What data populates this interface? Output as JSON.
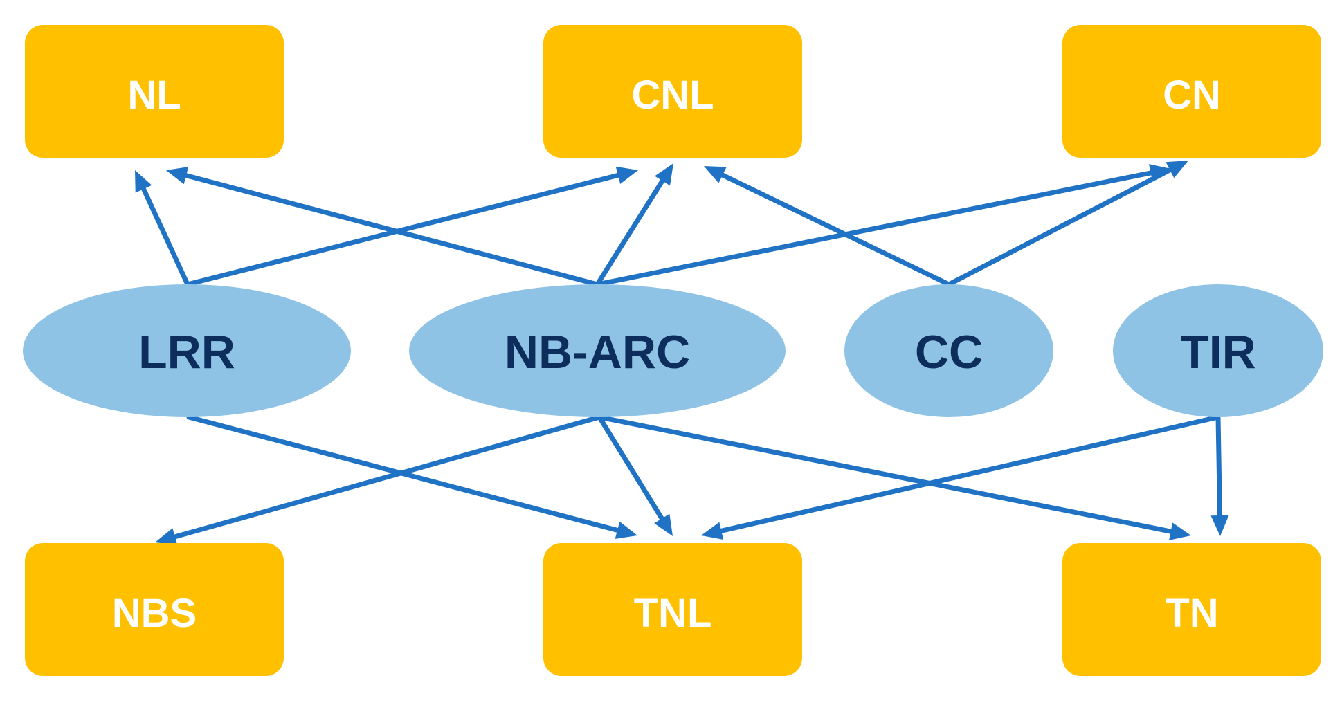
{
  "colors": {
    "box_fill": "#ffc000",
    "box_text": "#ffffff",
    "domain_fill": "#8fc3e6",
    "domain_text": "#0d2d5c",
    "arrow": "#1f72c4"
  },
  "domains": [
    {
      "id": "lrr",
      "label": "LRR"
    },
    {
      "id": "nbarc",
      "label": "NB-ARC"
    },
    {
      "id": "cc",
      "label": "CC"
    },
    {
      "id": "tir",
      "label": "TIR"
    }
  ],
  "classes": [
    {
      "id": "nl",
      "label": "NL"
    },
    {
      "id": "cnl",
      "label": "CNL"
    },
    {
      "id": "cn",
      "label": "CN"
    },
    {
      "id": "nbs",
      "label": "NBS"
    },
    {
      "id": "tnl",
      "label": "TNL"
    },
    {
      "id": "tn",
      "label": "TN"
    }
  ],
  "edges": [
    {
      "from": "lrr",
      "to": "nl"
    },
    {
      "from": "lrr",
      "to": "cnl"
    },
    {
      "from": "nbarc",
      "to": "nl"
    },
    {
      "from": "nbarc",
      "to": "cnl"
    },
    {
      "from": "nbarc",
      "to": "cn"
    },
    {
      "from": "cc",
      "to": "cnl"
    },
    {
      "from": "cc",
      "to": "cn"
    },
    {
      "from": "lrr",
      "to": "tnl"
    },
    {
      "from": "nbarc",
      "to": "nbs"
    },
    {
      "from": "nbarc",
      "to": "tnl"
    },
    {
      "from": "nbarc",
      "to": "tn"
    },
    {
      "from": "tir",
      "to": "tnl"
    },
    {
      "from": "tir",
      "to": "tn"
    }
  ]
}
